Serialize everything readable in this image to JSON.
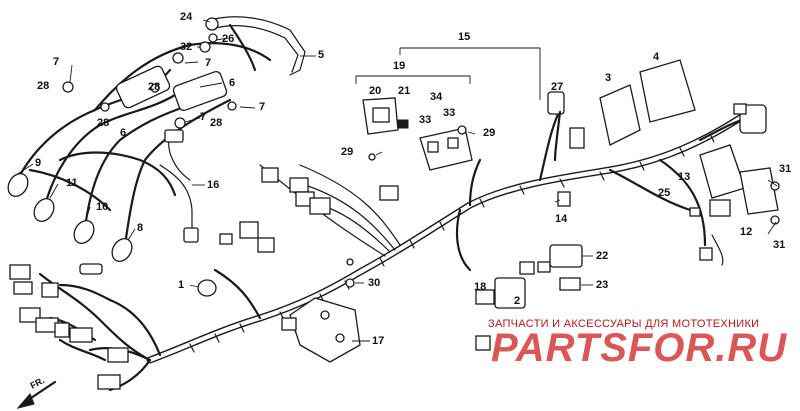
{
  "diagram": {
    "part_numbers": [
      {
        "id": "p24",
        "label": "24"
      },
      {
        "id": "p26",
        "label": "26"
      },
      {
        "id": "p32",
        "label": "32"
      },
      {
        "id": "p5",
        "label": "5"
      },
      {
        "id": "p7a",
        "label": "7"
      },
      {
        "id": "p7b",
        "label": "7"
      },
      {
        "id": "p7c",
        "label": "7"
      },
      {
        "id": "p7d",
        "label": "7"
      },
      {
        "id": "p28a",
        "label": "28"
      },
      {
        "id": "p28b",
        "label": "28"
      },
      {
        "id": "p28c",
        "label": "28"
      },
      {
        "id": "p28d",
        "label": "28"
      },
      {
        "id": "p6a",
        "label": "6"
      },
      {
        "id": "p6b",
        "label": "6"
      },
      {
        "id": "p9",
        "label": "9"
      },
      {
        "id": "p11",
        "label": "11"
      },
      {
        "id": "p10",
        "label": "10"
      },
      {
        "id": "p8",
        "label": "8"
      },
      {
        "id": "p16",
        "label": "16"
      },
      {
        "id": "p1",
        "label": "1"
      },
      {
        "id": "p15",
        "label": "15"
      },
      {
        "id": "p19",
        "label": "19"
      },
      {
        "id": "p20",
        "label": "20"
      },
      {
        "id": "p21",
        "label": "21"
      },
      {
        "id": "p34",
        "label": "34"
      },
      {
        "id": "p33a",
        "label": "33"
      },
      {
        "id": "p33b",
        "label": "33"
      },
      {
        "id": "p29a",
        "label": "29"
      },
      {
        "id": "p29b",
        "label": "29"
      },
      {
        "id": "p27",
        "label": "27"
      },
      {
        "id": "p3",
        "label": "3"
      },
      {
        "id": "p4",
        "label": "4"
      },
      {
        "id": "p13",
        "label": "13"
      },
      {
        "id": "p25",
        "label": "25"
      },
      {
        "id": "p12",
        "label": "12"
      },
      {
        "id": "p31a",
        "label": "31"
      },
      {
        "id": "p31b",
        "label": "31"
      },
      {
        "id": "p14",
        "label": "14"
      },
      {
        "id": "p22",
        "label": "22"
      },
      {
        "id": "p23",
        "label": "23"
      },
      {
        "id": "p18",
        "label": "18"
      },
      {
        "id": "p2",
        "label": "2"
      },
      {
        "id": "p30",
        "label": "30"
      },
      {
        "id": "p17",
        "label": "17"
      }
    ],
    "direction_label": "FR.",
    "watermark_text": "ЗАПЧАСТИ И АКСЕССУАРЫ ДЛЯ МОТОТЕХНИКИ",
    "watermark_logo": "PARTSFOR.RU"
  }
}
